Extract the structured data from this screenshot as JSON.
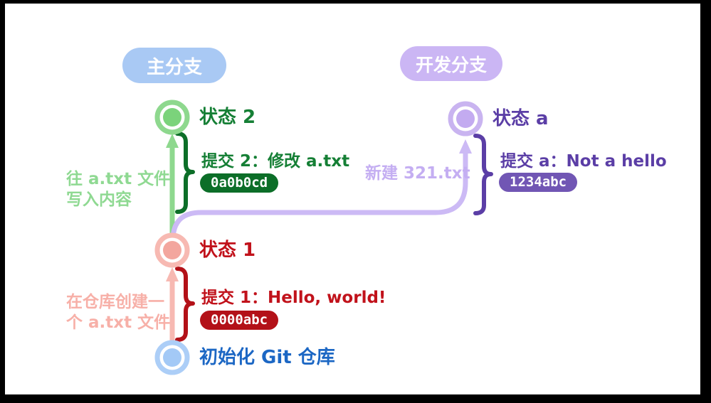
{
  "frame": {
    "bg": "#000000",
    "paper": "#ffffff"
  },
  "branches": [
    {
      "label": "主分支",
      "pill_bg": "#a9c9f4",
      "label_color": "#ffffff"
    },
    {
      "label": "开发分支",
      "pill_bg": "#cbb6f4",
      "label_color": "#ffffff"
    }
  ],
  "nodes": [
    {
      "label": "状态 2",
      "ring": "#8ed88e",
      "fill": "#7bd37b",
      "label_color": "#157f35"
    },
    {
      "label": "状态 a",
      "ring": "#c9b4f0",
      "fill": "#c3abf0",
      "label_color": "#5b3ea6"
    },
    {
      "label": "状态 1",
      "ring": "#f7b9b2",
      "fill": "#f3a69e",
      "label_color": "#c1121b"
    },
    {
      "label": "初始化 Git 仓库",
      "ring": "#accef7",
      "fill": "#a3c9f6",
      "label_color": "#1c67c4"
    }
  ],
  "commits": [
    {
      "message": "提交 2：修改 a.txt",
      "hash": "0a0b0cd",
      "text_color": "#157f35",
      "badge_bg": "#0c6e28",
      "badge_text": "#ffffff",
      "brace_color": "#0c6e28"
    },
    {
      "message": "提交 a：Not a hello",
      "hash": "1234abc",
      "text_color": "#5b3ea6",
      "badge_bg": "#7156b4",
      "badge_text": "#ffffff",
      "brace_color": "#5b3ea6"
    },
    {
      "message": "提交 1：Hello, world!",
      "hash": "0000abc",
      "text_color": "#c1121b",
      "badge_bg": "#b31118",
      "badge_text": "#ffffff",
      "brace_color": "#b31118"
    }
  ],
  "edges": [
    {
      "lines": "往 a.txt 文件\n写入内容",
      "label_color": "#8fd992",
      "stroke": "#8ed88e"
    },
    {
      "lines": "新建 321.txt",
      "label_color": "#c4aef2",
      "stroke": "#ccbaf5"
    },
    {
      "lines": "在仓库创建一\n个 a.txt 文件",
      "label_color": "#f7b0a8",
      "stroke": "#f7b9b2"
    }
  ]
}
